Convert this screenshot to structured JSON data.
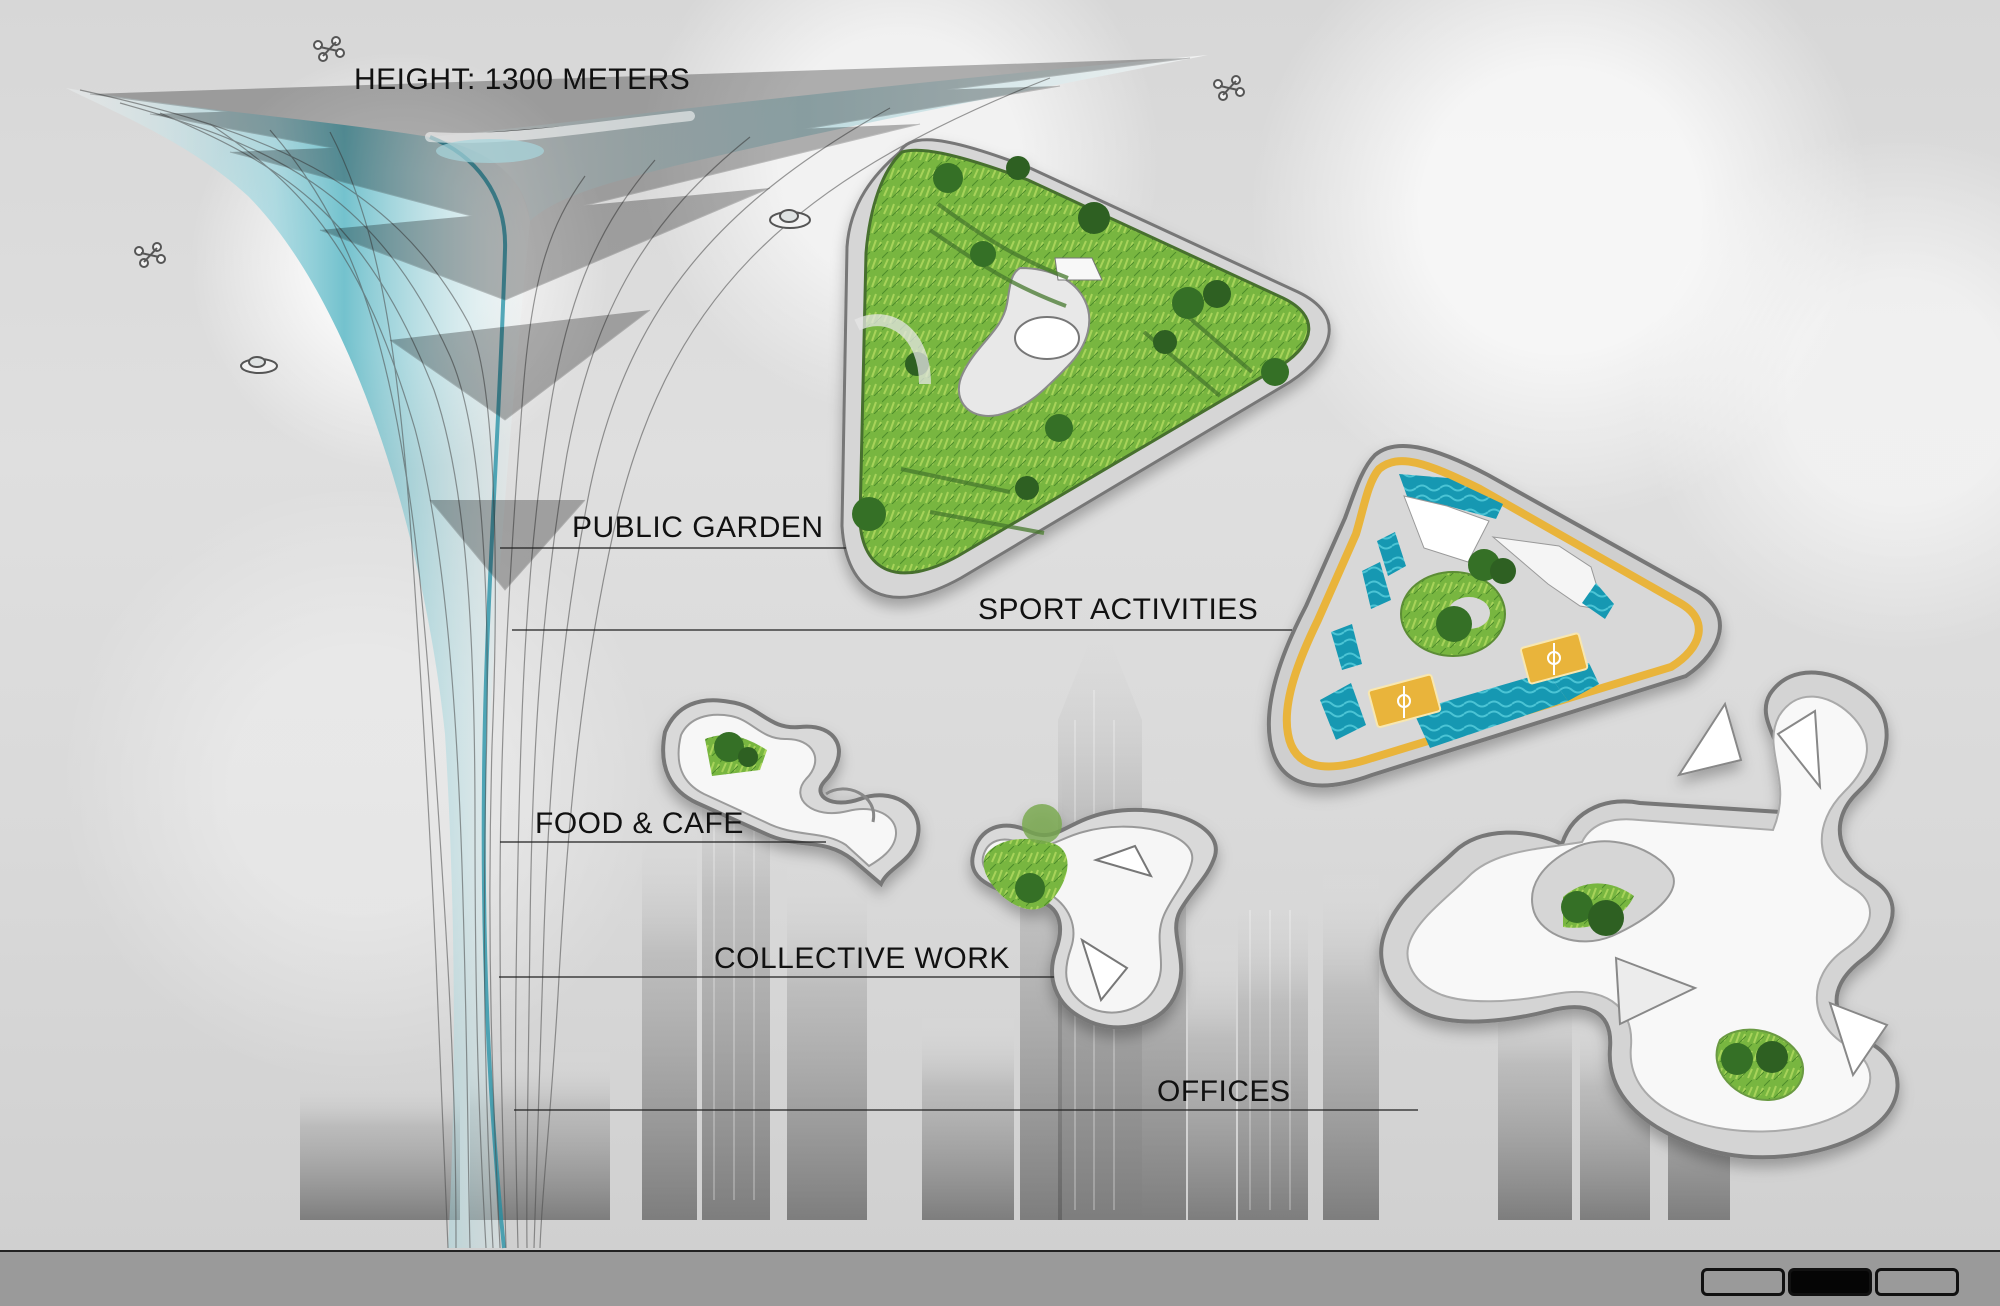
{
  "title": "HEIGHT: 1300 METERS",
  "levels": [
    {
      "label": "PUBLIC GARDEN"
    },
    {
      "label": "SPORT ACTIVITIES"
    },
    {
      "label": "FOOD & CAFE"
    },
    {
      "label": "COLLECTIVE WORK"
    },
    {
      "label": "OFFICES"
    }
  ],
  "colors": {
    "garden": "#7db942",
    "garden_dark": "#356f25",
    "pool": "#159ab5",
    "court": "#e9b43a",
    "platform": "#f3f3f3",
    "bar": "#9a9a9a"
  },
  "nav": [
    {
      "state": "inactive"
    },
    {
      "state": "active"
    },
    {
      "state": "inactive"
    }
  ]
}
